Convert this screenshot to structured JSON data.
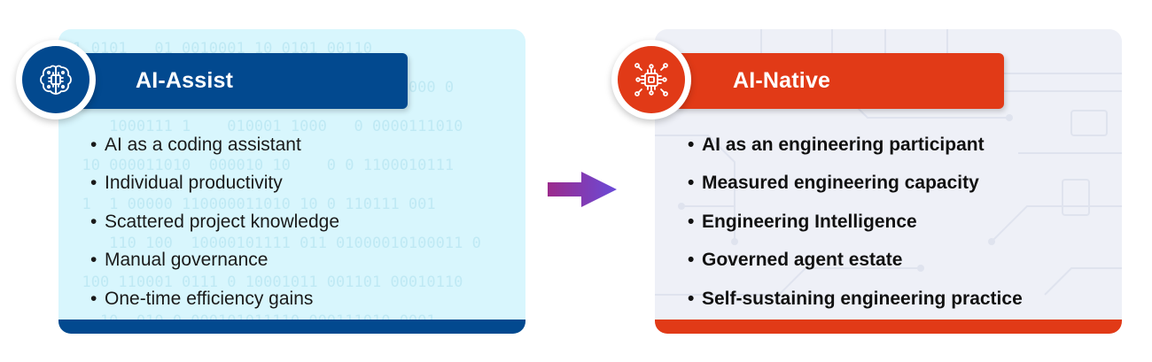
{
  "left": {
    "title": "AI-Assist",
    "icon": "brain-circuit-icon",
    "accent": "#02498f",
    "items": [
      "AI as a coding assistant",
      "Individual productivity",
      "Scattered project knowledge",
      "Manual governance",
      "One-time efficiency gains"
    ]
  },
  "right": {
    "title": "AI-Native",
    "icon": "chip-network-icon",
    "accent": "#e13a17",
    "items": [
      "AI as an engineering participant",
      "Measured engineering capacity",
      "Engineering Intelligence",
      "Governed agent estate",
      "Self-sustaining engineering practice"
    ]
  },
  "arrow": {
    "icon": "arrow-right-icon",
    "gradient": [
      "#9b2a8c",
      "#6a4bd8"
    ]
  }
}
